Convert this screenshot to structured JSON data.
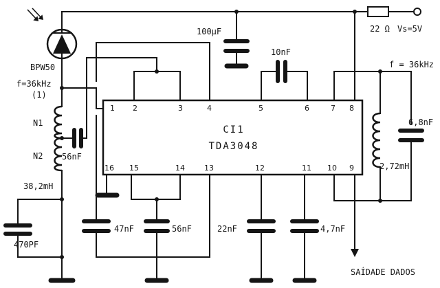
{
  "photodiode": {
    "label": "BPW50"
  },
  "supply": {
    "resistor": "22 Ω",
    "voltage": "Vs=5V"
  },
  "frequency": {
    "input": "f=36kHz",
    "input_note": "(1)",
    "filter": "f = 36kHz"
  },
  "coils": {
    "n1": "N1",
    "n2": "N2",
    "input_inductance": "38,2mH",
    "filter_inductance": "2,72mH"
  },
  "capacitors": {
    "c_100uf": "100µF",
    "c_10nf": "10nF",
    "c_56nf_coil": "56nF",
    "c_470pf": "470PF",
    "c_47nf": "47nF",
    "c_56nf_bottom": "56nF",
    "c_22nf": "22nF",
    "c_4_7nf": "4,7nF",
    "c_6_8nf": "6,8nF"
  },
  "ic": {
    "name": "CI1",
    "part": "TDA3048",
    "pins_top": [
      "1",
      "2",
      "3",
      "4",
      "5",
      "6",
      "7",
      "8"
    ],
    "pins_bottom": [
      "16",
      "15",
      "14",
      "13",
      "12",
      "11",
      "10",
      "9"
    ]
  },
  "output": {
    "label": "SAÍDADE DADOS"
  }
}
